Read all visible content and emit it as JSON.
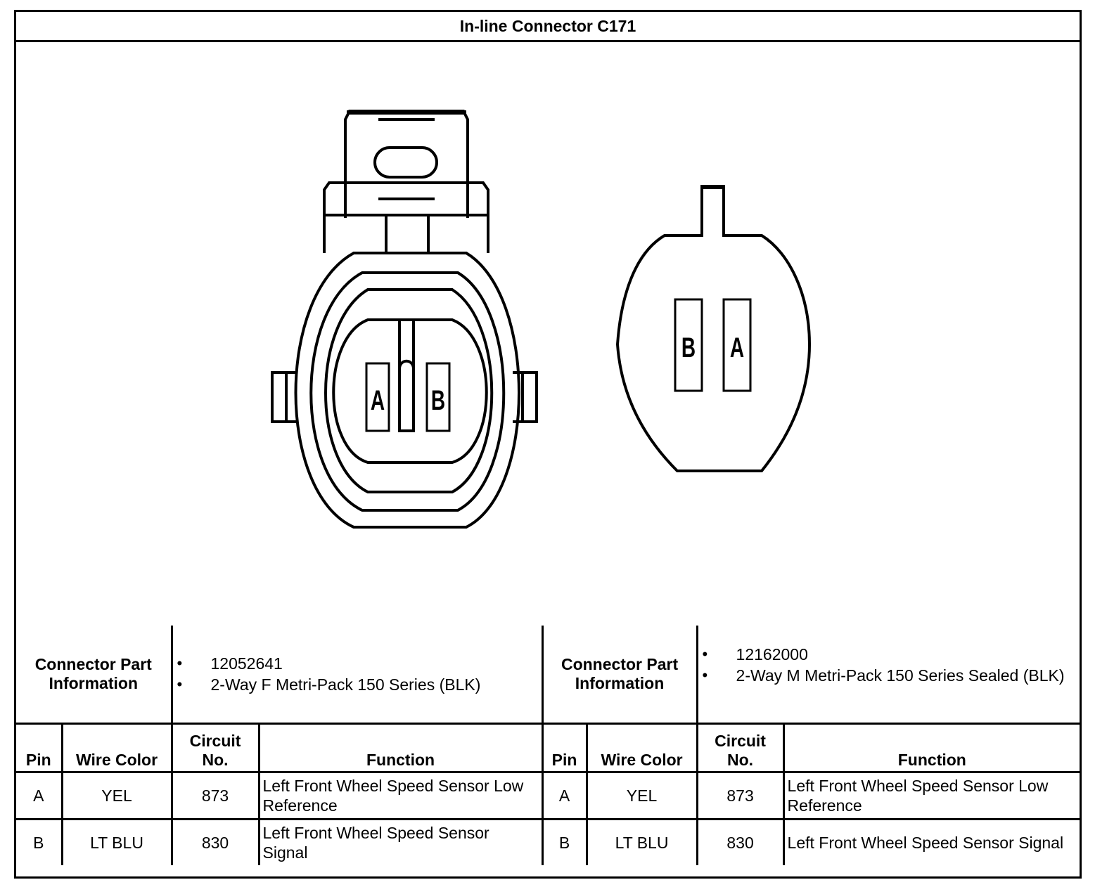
{
  "title": "In-line Connector C171",
  "diagram": {
    "left_connector": {
      "pins": [
        "A",
        "B"
      ]
    },
    "right_connector": {
      "pins": [
        "B",
        "A"
      ]
    }
  },
  "left": {
    "part_label": "Connector Part Information",
    "part_info": [
      "12052641",
      "2-Way F Metri-Pack 150 Series (BLK)"
    ],
    "headers": {
      "pin": "Pin",
      "wire_color": "Wire Color",
      "circuit_no": "Circuit No.",
      "function": "Function"
    },
    "rows": [
      {
        "pin": "A",
        "wire_color": "YEL",
        "circuit_no": "873",
        "function": "Left Front Wheel Speed Sensor Low Reference"
      },
      {
        "pin": "B",
        "wire_color": "LT BLU",
        "circuit_no": "830",
        "function": "Left Front Wheel Speed Sensor Signal"
      }
    ]
  },
  "right": {
    "part_label": "Connector Part Information",
    "part_info": [
      "12162000",
      "2-Way M Metri-Pack 150 Series Sealed (BLK)"
    ],
    "headers": {
      "pin": "Pin",
      "wire_color": "Wire Color",
      "circuit_no": "Circuit No.",
      "function": "Function"
    },
    "rows": [
      {
        "pin": "A",
        "wire_color": "YEL",
        "circuit_no": "873",
        "function": "Left Front Wheel Speed Sensor Low Reference"
      },
      {
        "pin": "B",
        "wire_color": "LT BLU",
        "circuit_no": "830",
        "function": "Left Front Wheel Speed Sensor Signal"
      }
    ]
  }
}
